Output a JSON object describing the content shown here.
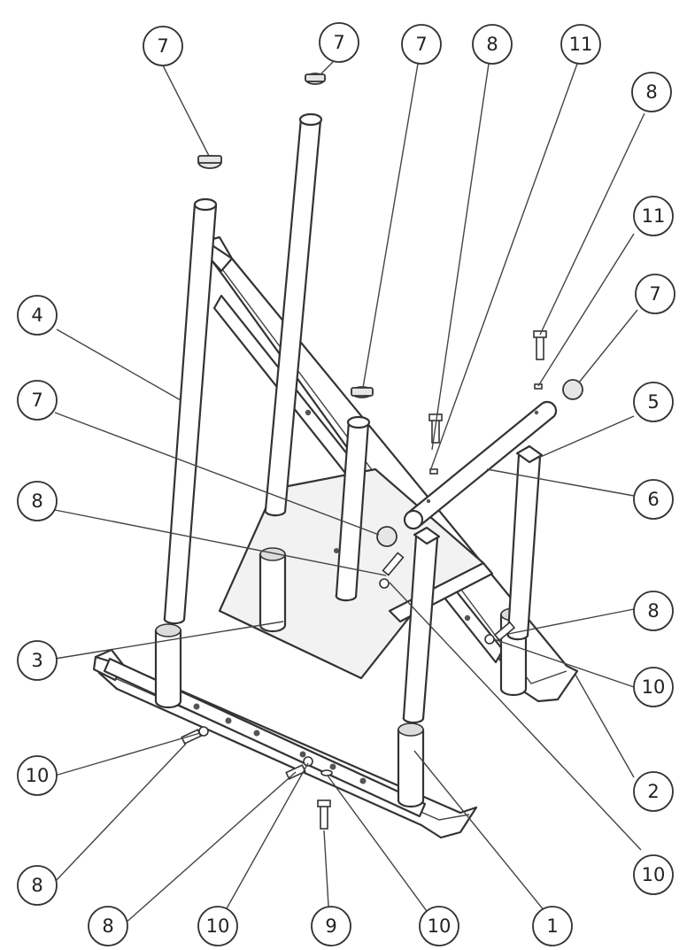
{
  "callouts": [
    {
      "id": "c1",
      "label": "7"
    },
    {
      "id": "c2",
      "label": "7"
    },
    {
      "id": "c3",
      "label": "7"
    },
    {
      "id": "c4",
      "label": "8"
    },
    {
      "id": "c5",
      "label": "11"
    },
    {
      "id": "c6",
      "label": "8"
    },
    {
      "id": "c7",
      "label": "11"
    },
    {
      "id": "c8",
      "label": "7"
    },
    {
      "id": "c9",
      "label": "4"
    },
    {
      "id": "c10",
      "label": "7"
    },
    {
      "id": "c11",
      "label": "5"
    },
    {
      "id": "c12",
      "label": "8"
    },
    {
      "id": "c13",
      "label": "6"
    },
    {
      "id": "c14",
      "label": "8"
    },
    {
      "id": "c15",
      "label": "3"
    },
    {
      "id": "c16",
      "label": "10"
    },
    {
      "id": "c17",
      "label": "10"
    },
    {
      "id": "c18",
      "label": "2"
    },
    {
      "id": "c19",
      "label": "8"
    },
    {
      "id": "c20",
      "label": "10"
    },
    {
      "id": "c21",
      "label": "8"
    },
    {
      "id": "c22",
      "label": "10"
    },
    {
      "id": "c23",
      "label": "9"
    },
    {
      "id": "c24",
      "label": "10"
    },
    {
      "id": "c25",
      "label": "1"
    }
  ]
}
